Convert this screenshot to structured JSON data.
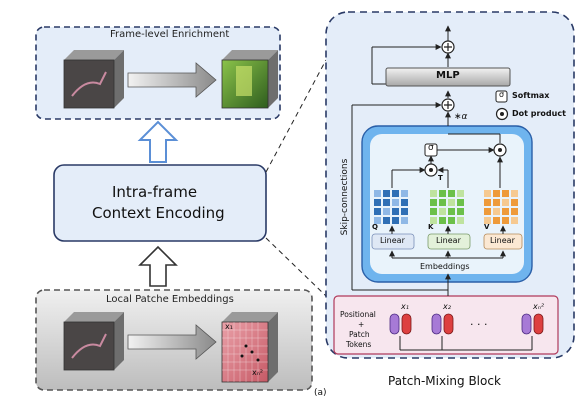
{
  "left": {
    "frame_level_title": "Frame-level Enrichment",
    "intra_frame_line1": "Intra-frame",
    "intra_frame_line2": "Context Encoding",
    "local_patch_title": "Local Patche Embeddings",
    "patch_label_first": "x₁",
    "patch_label_last": "xₙ²"
  },
  "right": {
    "mlp": "MLP",
    "skip_connections": "Skip-connections",
    "alpha": "∗α",
    "sigma_symbol": "σ",
    "dot_symbol": "⊙",
    "transpose": "T",
    "legend_softmax": "Softmax",
    "legend_dot": "Dot product",
    "q": "Q",
    "k": "K",
    "v": "V",
    "linear": "Linear",
    "embeddings": "Embeddings",
    "positional_line1": "Positional",
    "positional_line2": "+",
    "positional_line3": "Patch",
    "positional_line4": "Tokens",
    "token_x1": "x₁",
    "token_x2": "x₂",
    "token_dots": "· · ·",
    "token_xn": "xₙ²",
    "block_title": "Patch-Mixing Block"
  },
  "caption": "(a)",
  "colors": {
    "panel_blue": "#e4edf9",
    "inner_blue": "#6fb4ee",
    "grid_blue": "#2f6fb5",
    "grid_green": "#6cc04a",
    "grid_orange": "#ee9a3a",
    "token_purple": "#a77ad6",
    "token_red": "#dd4040",
    "grey_panel": "#d9d9d9"
  }
}
